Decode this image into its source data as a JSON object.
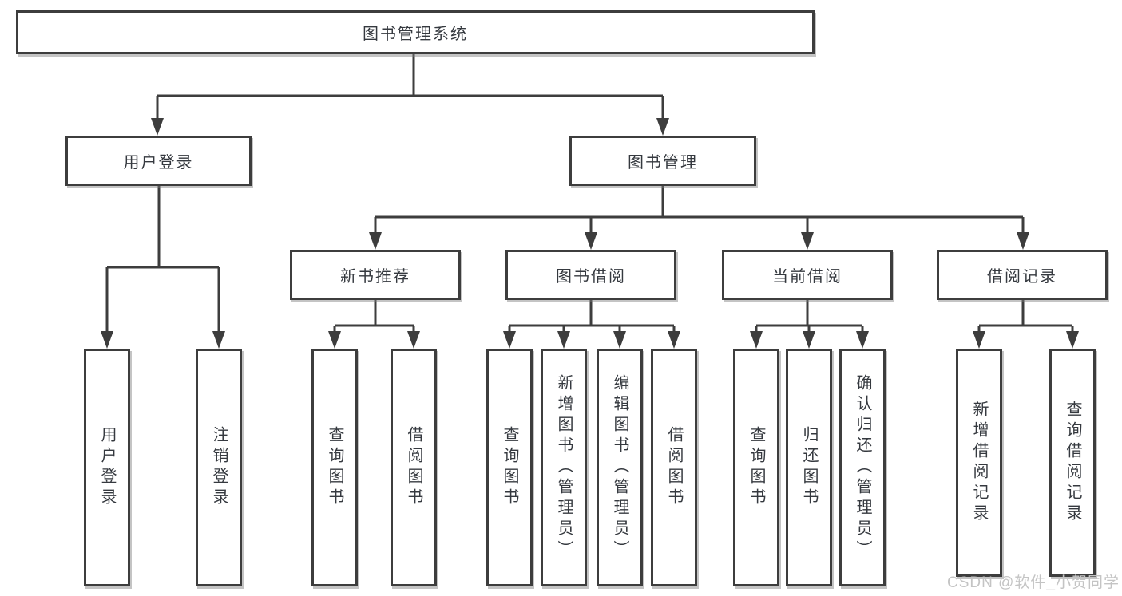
{
  "diagram": {
    "type": "hierarchy-tree",
    "colors": {
      "line": "#3d3d3d",
      "box_border": "#3d3d3d",
      "text": "#35393f",
      "watermark": "#c4c4c4",
      "background": "#ffffff"
    },
    "tree": {
      "label": "图书管理系统",
      "children": [
        {
          "label": "用户登录",
          "children": [
            {
              "label": "用户登录"
            },
            {
              "label": "注销登录"
            }
          ]
        },
        {
          "label": "图书管理",
          "children": [
            {
              "label": "新书推荐",
              "children": [
                {
                  "label": "查询图书"
                },
                {
                  "label": "借阅图书"
                }
              ]
            },
            {
              "label": "图书借阅",
              "children": [
                {
                  "label": "查询图书"
                },
                {
                  "label": "新增图书（管理员）"
                },
                {
                  "label": "编辑图书（管理员）"
                },
                {
                  "label": "借阅图书"
                }
              ]
            },
            {
              "label": "当前借阅",
              "children": [
                {
                  "label": "查询图书"
                },
                {
                  "label": "归还图书"
                },
                {
                  "label": "确认归还（管理员）"
                }
              ]
            },
            {
              "label": "借阅记录",
              "children": [
                {
                  "label": "新增借阅记录"
                },
                {
                  "label": "查询借阅记录"
                }
              ]
            }
          ]
        }
      ]
    },
    "watermark": "CSDN @软件_小贺同学"
  }
}
